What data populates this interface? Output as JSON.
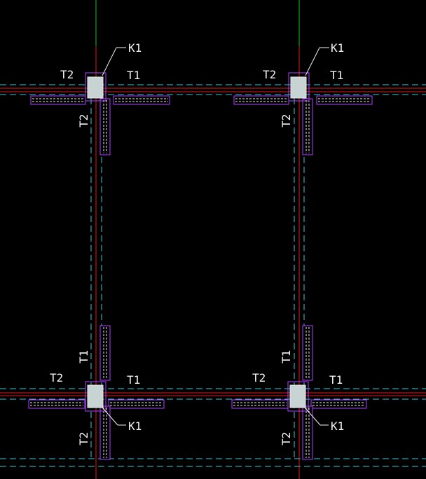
{
  "labels": {
    "column": "K1",
    "footing_a": "T1",
    "footing_b": "T2"
  },
  "colors": {
    "background": "#000000",
    "axis_red": "#e01818",
    "axis_green": "#18c418",
    "dashed_cyan": "#35c8dc",
    "outline_magenta": "#b040ff",
    "fill_gray": "#c8d4d4",
    "hatch_white": "#e8e8e8",
    "label_white": "#f2f2f2"
  }
}
